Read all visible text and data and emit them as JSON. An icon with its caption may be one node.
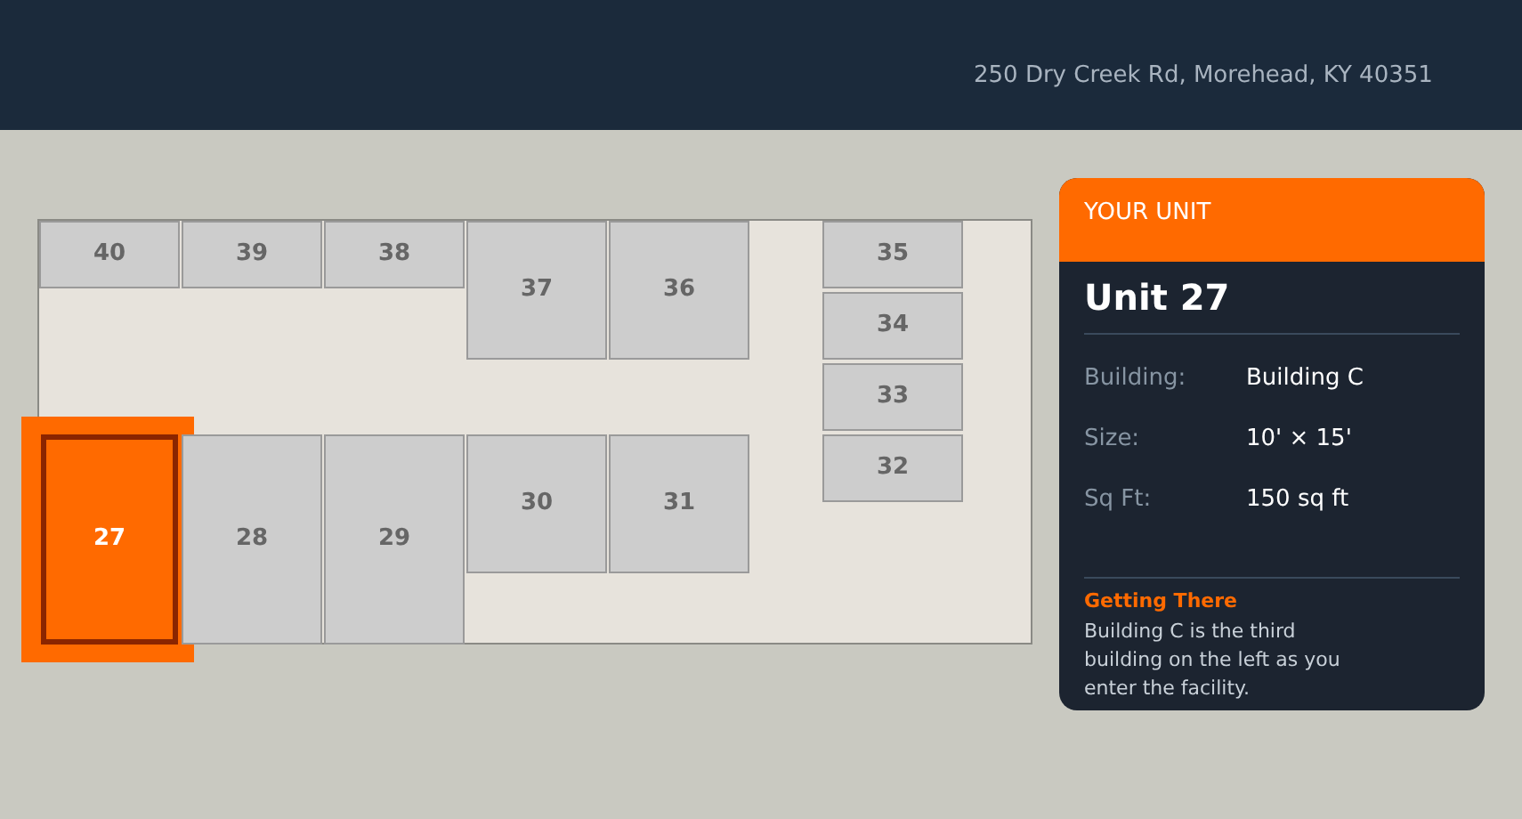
{
  "diagram": {
    "nodes": [
      {
        "text": [],
        "shape": "box"
      },
      {
        "text": [
          "40"
        ],
        "in": 0
      },
      {
        "text": [
          "39"
        ],
        "in": 0
      },
      {
        "text": [
          "38"
        ],
        "in": 0
      },
      {
        "text": [
          "37"
        ],
        "in": 0
      },
      {
        "text": [
          "36"
        ],
        "in": 0
      },
      {
        "text": [
          "35"
        ],
        "in": 0
      },
      {
        "text": [
          "34"
        ],
        "in": 0
      },
      {
        "text": [
          "33"
        ],
        "in": 0
      },
      {
        "text": [
          "32"
        ],
        "in": 0
      },
      {
        "text": [
          "27"
        ],
        "in": 0
      },
      {
        "text": [
          "28"
        ],
        "in": 0
      },
      {
        "text": [
          "29"
        ],
        "in": 0
      },
      {
        "text": [
          "30"
        ],
        "in": 0
      },
      {
        "text": [
          "31"
        ],
        "in": 0
      },
      {
        "text": [
          "YOUR UNIT",
          "Unit 27",
          "Building:",
          "Building C",
          "Size:",
          "10' × 15'",
          "Sq Ft:",
          "150 sq ft",
          "Getting There",
          "Building C is the third building on the left as you enter the facility."
        ]
      }
    ],
    "labels": [
      "250 Dry Creek Rd, Morehead, KY 40351"
    ]
  }
}
